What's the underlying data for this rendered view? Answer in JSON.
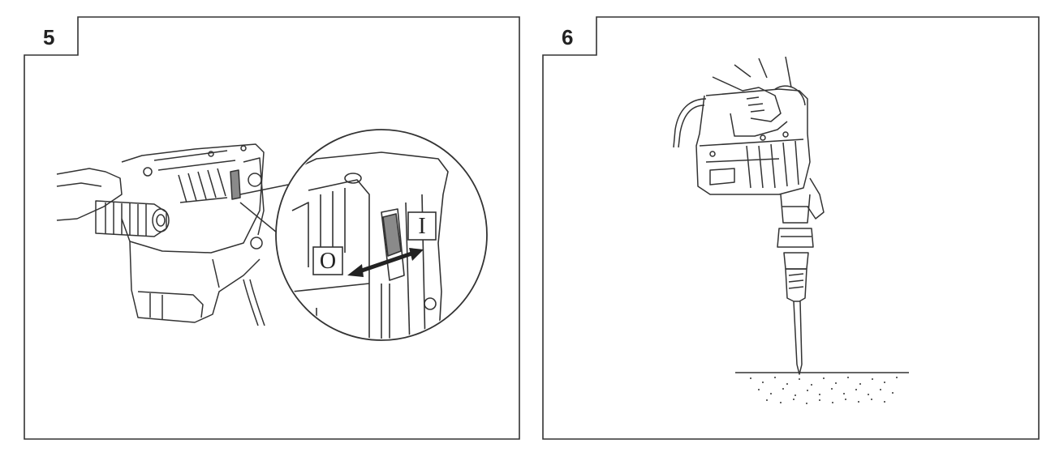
{
  "figures": [
    {
      "number": "5",
      "switch_off_label": "O",
      "switch_on_label": "I"
    },
    {
      "number": "6"
    }
  ],
  "colors": {
    "line": "#333333",
    "switch_fill": "#8a8a8a",
    "background": "#ffffff"
  }
}
